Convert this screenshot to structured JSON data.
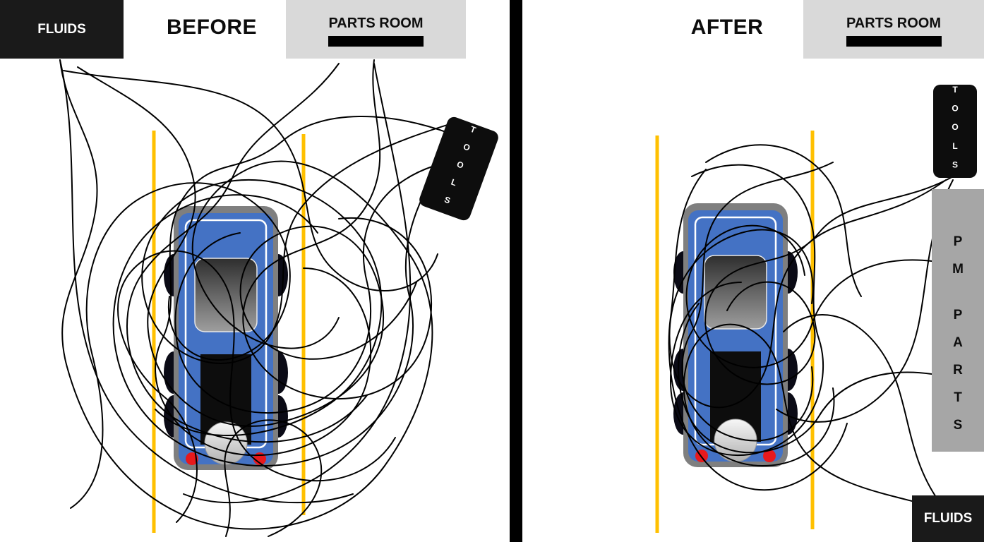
{
  "colors": {
    "bay_line": "#FFC000",
    "dark_box": "#1A1A1A",
    "light_box": "#D9D9D9",
    "pm_box": "#A6A6A6",
    "truck_blue": "#4472C4",
    "path": "#000000",
    "tail_light": "#E8191C"
  },
  "before": {
    "title": "BEFORE",
    "fluids_label": "FLUIDS",
    "parts_room_label": "PARTS ROOM",
    "tools_label": "TOOLS"
  },
  "after": {
    "title": "AFTER",
    "parts_room_label": "PARTS ROOM",
    "tools_label": "TOOLS",
    "pm_label": "PM",
    "parts_label": "PARTS",
    "fluids_label": "FLUIDS"
  }
}
